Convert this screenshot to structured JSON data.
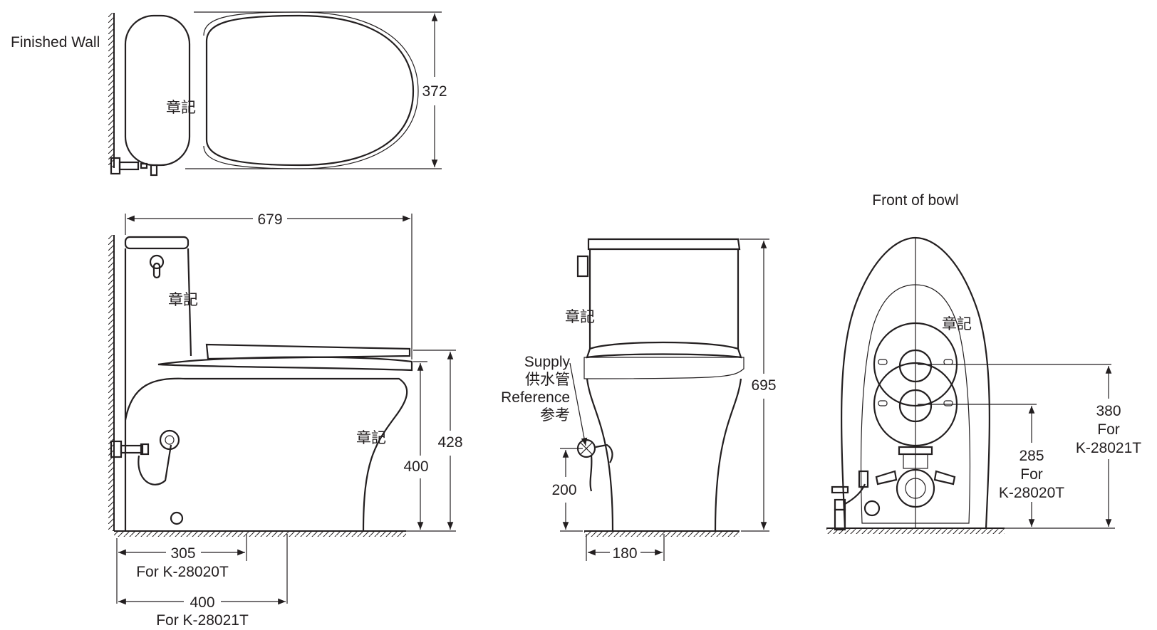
{
  "labels": {
    "finished_wall": "Finished Wall",
    "front_of_bowl": "Front of bowl",
    "supply_en": "Supply",
    "supply_zh": "供水管",
    "reference_en": "Reference",
    "reference_zh": "参考",
    "watermark": "章記"
  },
  "dimensions": {
    "top_depth": "372",
    "overall_length": "679",
    "seat_height_total": "428",
    "rim_height": "400",
    "rough_in_305": "305",
    "rough_in_305_model": "For K-28020T",
    "rough_in_400": "400",
    "rough_in_400_model": "For K-28021T",
    "overall_height": "695",
    "supply_height": "200",
    "supply_offset": "180",
    "outlet_380": "380",
    "outlet_380_for": "For",
    "outlet_380_model": "K-28021T",
    "outlet_285": "285",
    "outlet_285_for": "For",
    "outlet_285_model": "K-28020T"
  }
}
